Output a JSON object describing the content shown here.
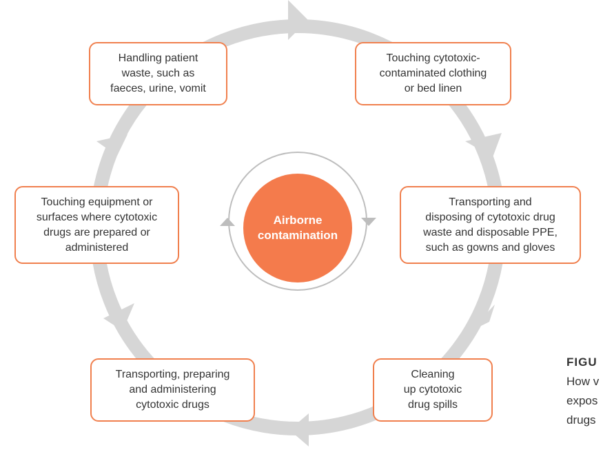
{
  "colors": {
    "accent": "#f47b4c",
    "border": "#f07f4d",
    "ring": "#d6d6d6",
    "inner_ring": "#bdbdbd",
    "text": "#333333"
  },
  "center": {
    "label_line1": "Airborne",
    "label_line2": "contamination"
  },
  "steps": [
    {
      "line1": "Handling patient",
      "line2": "waste, such as",
      "line3": "faeces, urine, vomit"
    },
    {
      "line1": "Touching cytotoxic-",
      "line2": "contaminated clothing",
      "line3": "or bed linen"
    },
    {
      "line1": "Transporting and",
      "line2": "disposing of cytotoxic drug",
      "line3": "waste and disposable PPE,",
      "line4": "such as gowns and gloves"
    },
    {
      "line1": "Cleaning",
      "line2": "up cytotoxic",
      "line3": "drug spills"
    },
    {
      "line1": "Transporting, preparing",
      "line2": "and administering",
      "line3": "cytotoxic drugs"
    },
    {
      "line1": "Touching equipment or",
      "line2": "surfaces where cytotoxic",
      "line3": "drugs are prepared or",
      "line4": "administered"
    }
  ],
  "caption": {
    "figure_label": "FIGU",
    "line1": "How v",
    "line2": "expos",
    "line3": "drugs"
  }
}
